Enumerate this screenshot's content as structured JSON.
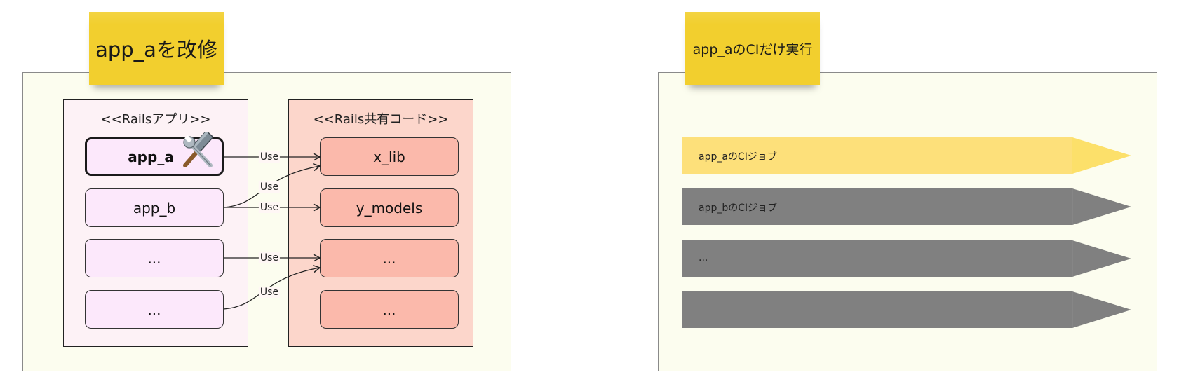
{
  "left_panel": {
    "sticky_title": "app_aを改修",
    "apps_group": {
      "title": "<<Railsアプリ>>",
      "items": [
        "app_a",
        "app_b",
        "...",
        "..."
      ]
    },
    "libs_group": {
      "title": "<<Rails共有コード>>",
      "items": [
        "x_lib",
        "y_models",
        "...",
        "..."
      ]
    },
    "edges": [
      {
        "from": "app_a",
        "to": "x_lib",
        "label": "Use"
      },
      {
        "from": "app_b",
        "to": "x_lib",
        "label": "Use"
      },
      {
        "from": "app_b",
        "to": "y_models",
        "label": "Use"
      },
      {
        "from": "...",
        "to": "...",
        "label": "Use"
      },
      {
        "from": "...",
        "to": "...",
        "label": "Use"
      }
    ],
    "selected_icon": "tools-icon"
  },
  "right_panel": {
    "sticky_title": "app_aのCIだけ実行",
    "jobs": [
      {
        "label": "app_aのCIジョブ",
        "active": true
      },
      {
        "label": "app_bのCIジョブ",
        "active": false
      },
      {
        "label": "...",
        "active": false
      },
      {
        "label": "",
        "active": false
      }
    ]
  },
  "colors": {
    "sticky": "#f2cf2e",
    "frame_bg": "#fcfdef",
    "app_group_bg": "#fdf2f6",
    "lib_group_bg": "#fcd6cb",
    "app_node": "#fce8fb",
    "lib_node": "#fbb9ab",
    "job_active": "#fde07a",
    "job_active_tip": "#fce06a",
    "job_inactive": "#808080"
  }
}
